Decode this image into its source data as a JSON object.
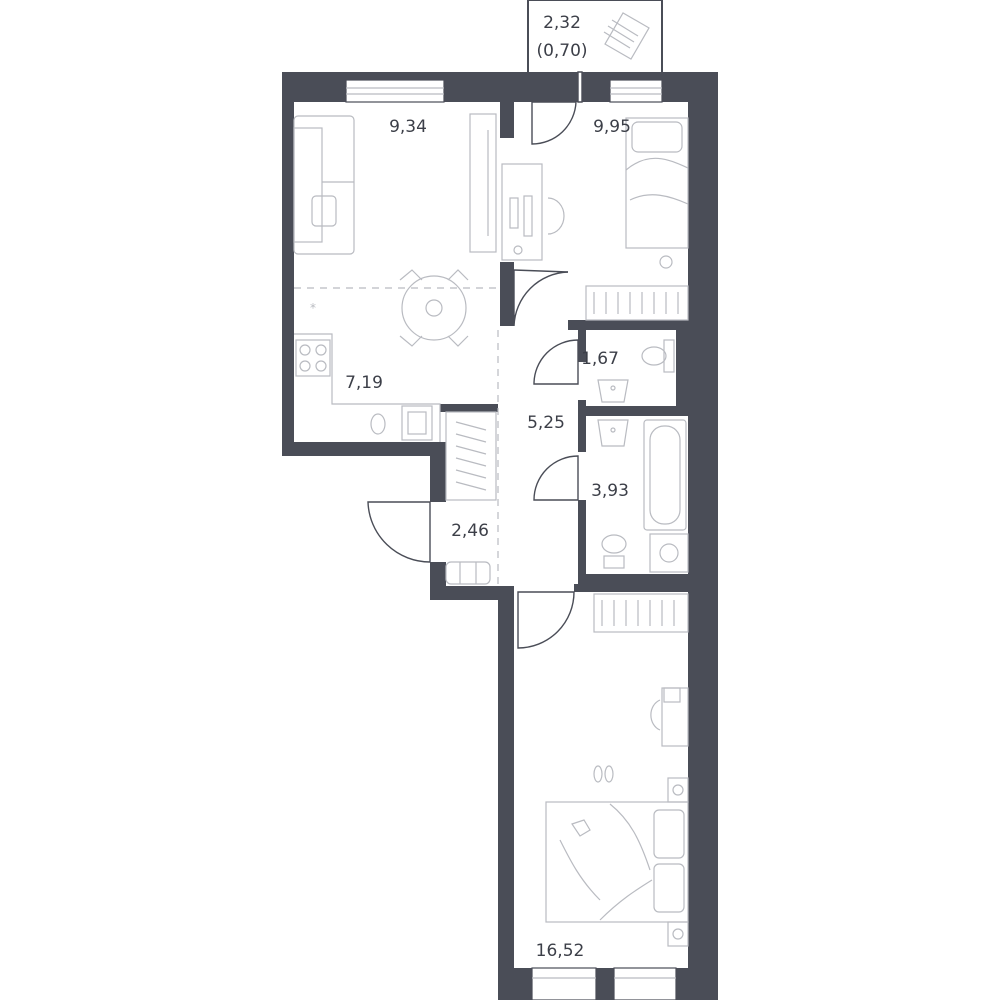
{
  "rooms": {
    "balcony": {
      "area": "2,32",
      "area_reduced": "(0,70)"
    },
    "living": {
      "area": "9,34"
    },
    "bedroom_top": {
      "area": "9,95"
    },
    "kitchen": {
      "area": "7,19"
    },
    "toilet": {
      "area": "1,67"
    },
    "hall": {
      "area": "5,25"
    },
    "bathroom": {
      "area": "3,93"
    },
    "entrance": {
      "area": "2,46"
    },
    "bedroom_bottom": {
      "area": "16,52"
    }
  },
  "colors": {
    "wall": "#4a4d57",
    "furniture": "#b9bbc1",
    "background": "#ffffff"
  }
}
